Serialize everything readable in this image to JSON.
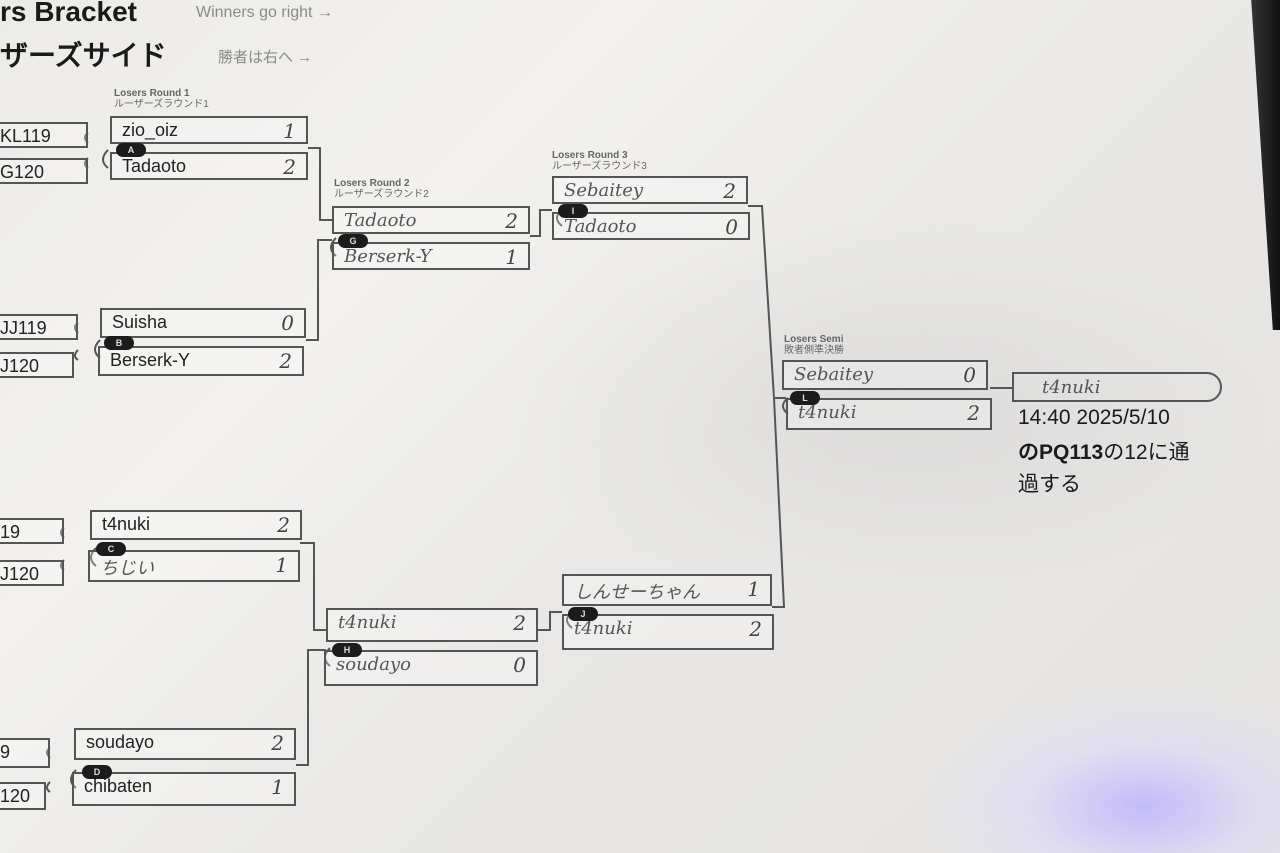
{
  "header": {
    "title_en": "rs Bracket",
    "subtitle_en": "Winners go right →",
    "title_jp": "ザーズサイド",
    "subtitle_jp": "勝者は右へ →"
  },
  "rounds": {
    "r1": {
      "en": "Losers Round 1",
      "jp": "ルーザーズラウンド1"
    },
    "r2": {
      "en": "Losers Round 2",
      "jp": "ルーザーズラウンド2"
    },
    "r3": {
      "en": "Losers Round 3",
      "jp": "ルーザーズラウンド3"
    },
    "semi": {
      "en": "Losers Semi",
      "jp": "敗者側準決勝"
    }
  },
  "feeders": [
    "KL119",
    "G120",
    "JJ119",
    "J120",
    "19",
    "J120",
    "9",
    "120"
  ],
  "matches": {
    "A": {
      "badge": "A",
      "top": {
        "name": "zio_oiz",
        "score": "1"
      },
      "bottom": {
        "name": "Tadaoto",
        "score": "2"
      }
    },
    "B": {
      "badge": "B",
      "top": {
        "name": "Suisha",
        "score": "0"
      },
      "bottom": {
        "name": "Berserk-Y",
        "score": "2"
      }
    },
    "C": {
      "badge": "C",
      "top": {
        "name": "t4nuki",
        "score": "2"
      },
      "bottom": {
        "name": "ちじい",
        "score": "1"
      }
    },
    "D": {
      "badge": "D",
      "top": {
        "name": "soudayo",
        "score": "2"
      },
      "bottom": {
        "name": "chibaten",
        "score": "1"
      }
    },
    "G": {
      "badge": "G",
      "top": {
        "name": "Tadaoto",
        "score": "2"
      },
      "bottom": {
        "name": "Berserk-Y",
        "score": "1"
      }
    },
    "H": {
      "badge": "H",
      "top": {
        "name": "t4nuki",
        "score": "2"
      },
      "bottom": {
        "name": "soudayo",
        "score": "0"
      }
    },
    "I": {
      "badge": "I",
      "top": {
        "name": "Sebaitey",
        "score": "2"
      },
      "bottom": {
        "name": "Tadaoto",
        "score": "0"
      }
    },
    "J": {
      "badge": "J",
      "top": {
        "name": "しんせーちゃん",
        "score": "1"
      },
      "bottom": {
        "name": "t4nuki",
        "score": "2"
      }
    },
    "L": {
      "badge": "L",
      "top": {
        "name": "Sebaitey",
        "score": "0"
      },
      "bottom": {
        "name": "t4nuki",
        "score": "2"
      }
    }
  },
  "final": {
    "name": "t4nuki"
  },
  "note": {
    "line1": "14:40 2025/5/10",
    "line2_bold": "のPQ113",
    "line2_rest": "の12に通",
    "line3": "過する"
  }
}
